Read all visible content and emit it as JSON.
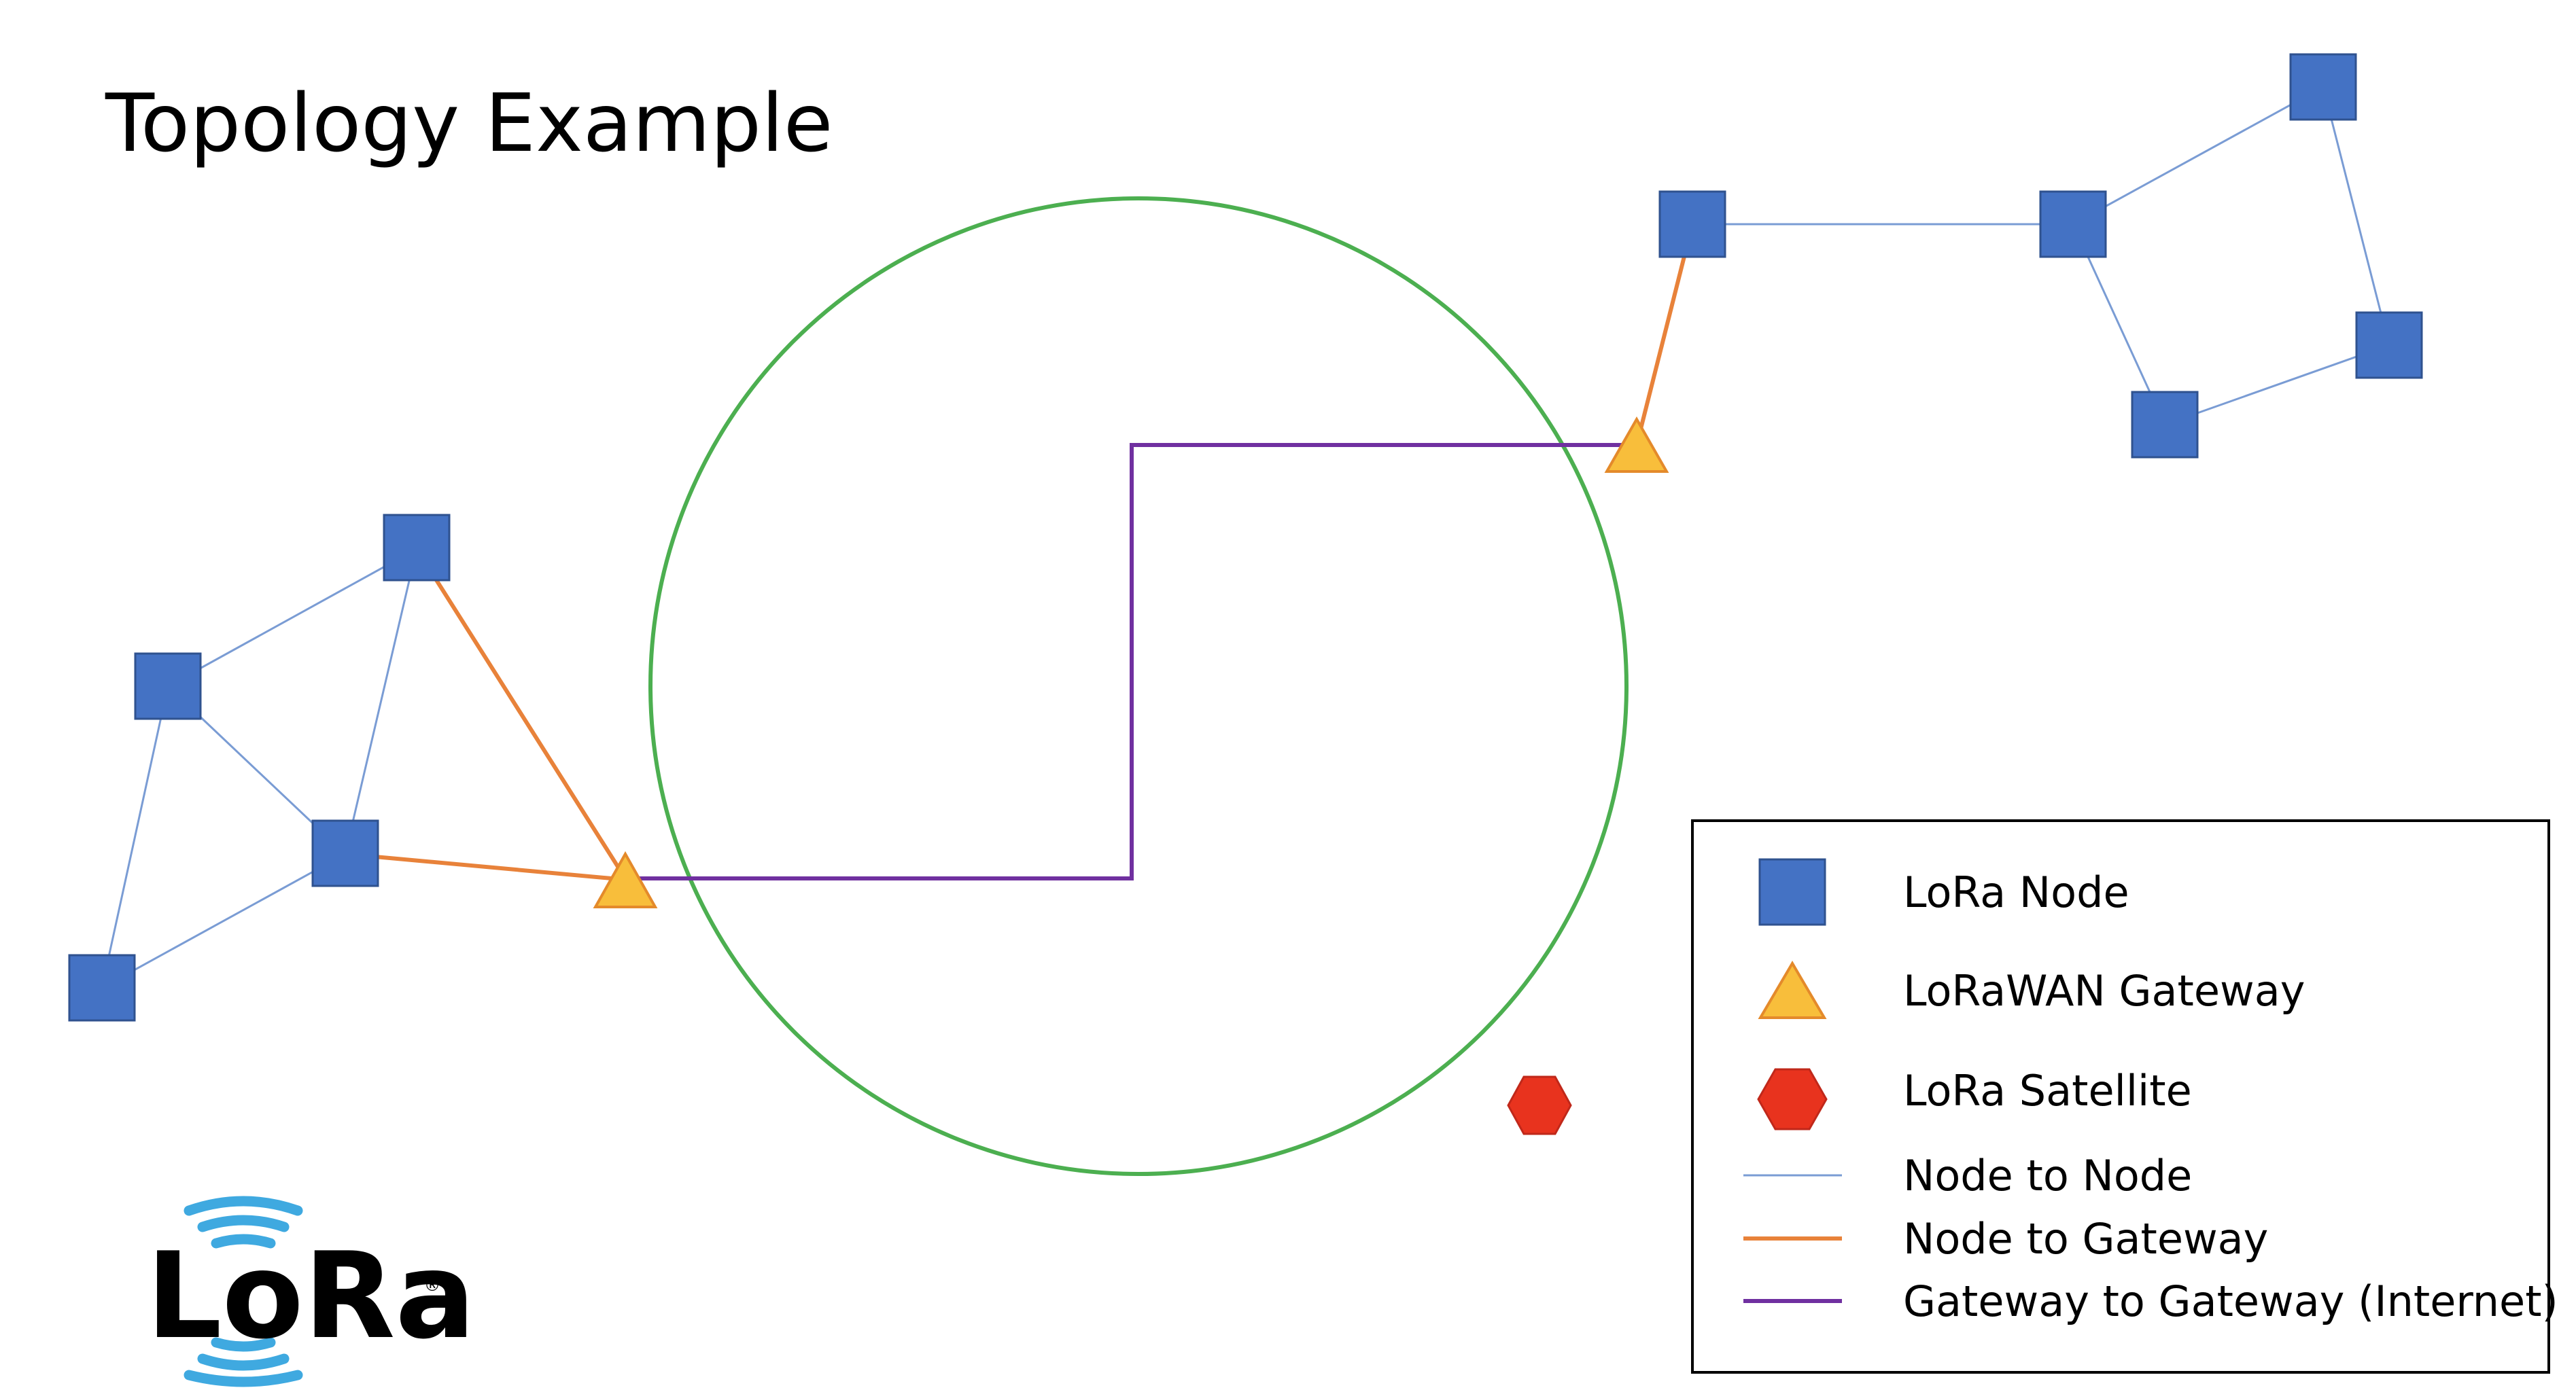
{
  "title": "Topology Example",
  "legend": {
    "items": [
      {
        "label": "LoRa Node",
        "symbol": "square"
      },
      {
        "label": "LoRaWAN Gateway",
        "symbol": "triangle"
      },
      {
        "label": "LoRa Satellite",
        "symbol": "hexagon"
      },
      {
        "label": "Node to Node",
        "symbol": "line-node-node"
      },
      {
        "label": "Node to Gateway",
        "symbol": "line-node-gateway"
      },
      {
        "label": "Gateway to Gateway (Internet)",
        "symbol": "line-gateway-gateway"
      }
    ]
  },
  "logo": {
    "text": "LoRa",
    "registered": "®"
  },
  "colors": {
    "node_fill": "#4472C4",
    "node_stroke": "#2F528F",
    "gateway_fill": "#F8BE3B",
    "gateway_stroke": "#E48A2B",
    "satellite_fill": "#E8331E",
    "node_to_node": "#7A9CD4",
    "node_to_gateway": "#E8823A",
    "gateway_to_gateway": "#7030A0",
    "coverage_circle": "#4CAF50",
    "logo_waves": "#3FA9E0"
  }
}
